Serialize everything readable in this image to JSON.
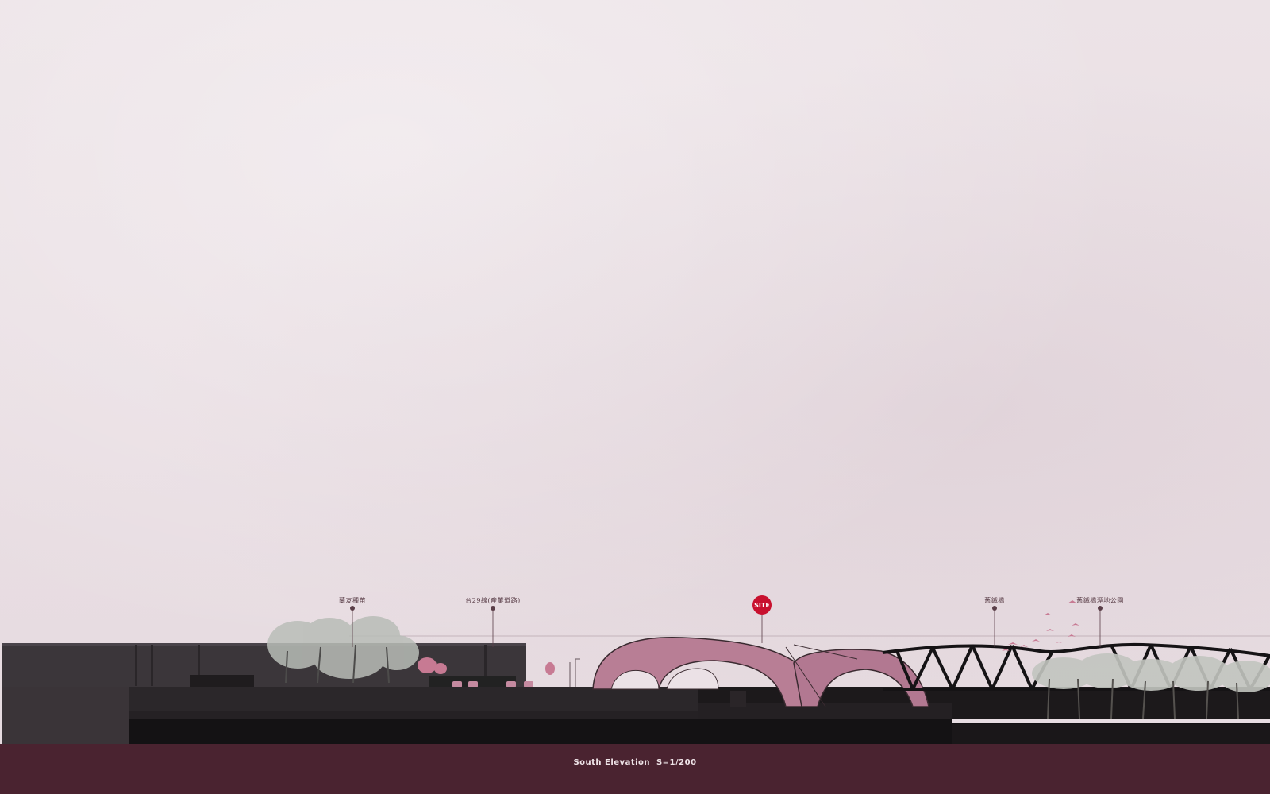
{
  "labels": {
    "nursery": "蘭友種苗",
    "highway": "台29線(產業道路)",
    "old_bridge": "舊鐵橋",
    "wetland_park": "舊鐵橋溼地公園"
  },
  "site_marker": "SITE",
  "caption": "South Elevation  S=1/200",
  "colors": {
    "sky": "#ebe1e6",
    "ground": "#1f1c1e",
    "building": "#3a3539",
    "canopy": "#c98ea6",
    "bridge": "#151315",
    "caption_bar": "#4a2330",
    "site_red": "#c8102e"
  }
}
